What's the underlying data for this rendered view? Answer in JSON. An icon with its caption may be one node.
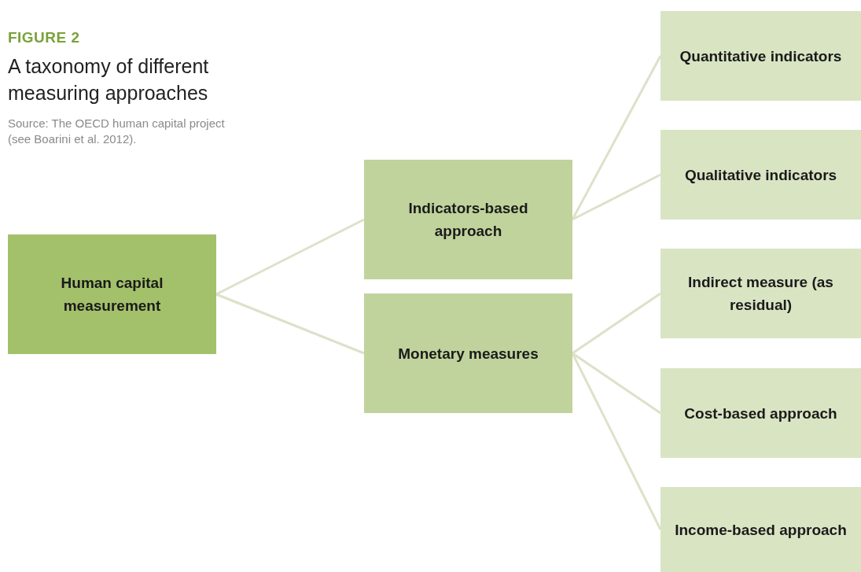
{
  "diagram": {
    "title": "A taxonomy of different measuring approaches",
    "caption": "Source: The OECD human capital project (see Boarini et al. 2012).",
    "nodes": [
      {
        "text": [
          "Human capital measurement"
        ]
      },
      {
        "text": [
          "Indicators-based approach"
        ]
      },
      {
        "text": [
          "Monetary measures"
        ]
      },
      {
        "text": [
          "Quantitative indicators"
        ]
      },
      {
        "text": [
          "Qualitative indicators"
        ]
      },
      {
        "text": [
          "Indirect measure (as residual)"
        ]
      },
      {
        "text": [
          "Cost-based approach"
        ]
      },
      {
        "text": [
          "Income-based approach"
        ]
      }
    ],
    "edges": [
      {
        "from": 0,
        "to": 1,
        "arrow": "none"
      },
      {
        "from": 0,
        "to": 2,
        "arrow": "none"
      },
      {
        "from": 1,
        "to": 3,
        "arrow": "none"
      },
      {
        "from": 1,
        "to": 4,
        "arrow": "none"
      },
      {
        "from": 2,
        "to": 5,
        "arrow": "none"
      },
      {
        "from": 2,
        "to": 6,
        "arrow": "none"
      },
      {
        "from": 2,
        "to": 7,
        "arrow": "none"
      }
    ],
    "labels": [
      "FIGURE 2"
    ]
  }
}
